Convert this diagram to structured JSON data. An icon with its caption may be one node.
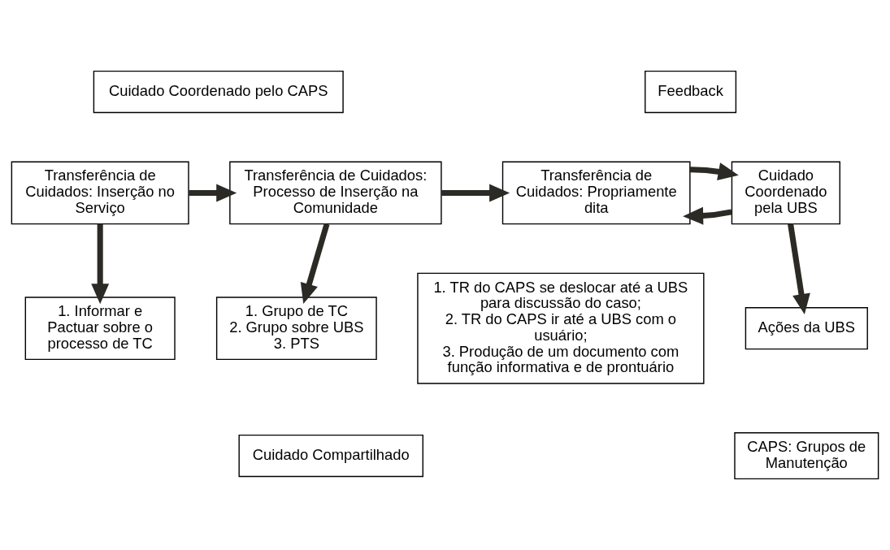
{
  "diagram": {
    "nodes": [
      {
        "text": [
          "Cuidado Coordenado pelo CAPS"
        ]
      },
      {
        "text": [
          "Feedback"
        ]
      },
      {
        "text": [
          "Transferência de Cuidados: Inserção no Serviço"
        ]
      },
      {
        "text": [
          "Transferência de Cuidados: Processo de Inserção na Comunidade"
        ]
      },
      {
        "text": [
          "Transferência de Cuidados: Propriamente dita"
        ]
      },
      {
        "text": [
          "Cuidado Coordenado pela UBS"
        ]
      },
      {
        "text": [
          "1. Informar e Pactuar sobre o processo de TC"
        ]
      },
      {
        "text": [
          "1. Grupo de TC",
          "2. Grupo sobre UBS",
          "3. PTS"
        ]
      },
      {
        "text": [
          "Ações da UBS"
        ]
      },
      {
        "text": [
          "1. TR do CAPS se deslocar até a UBS para discussão do caso;",
          "2. TR do CAPS ir até a UBS com o usuário;",
          "3. Produção de um documento com função informativa e de prontuário"
        ]
      },
      {
        "text": [
          "CAPS: Grupos de Manutenção"
        ]
      },
      {
        "text": [
          "Cuidado Compartilhado"
        ]
      }
    ],
    "edges": [
      {
        "from": 2,
        "to": 3,
        "arrow": "to"
      },
      {
        "from": 3,
        "to": 4,
        "arrow": "to"
      },
      {
        "from": 5,
        "to": 4,
        "arrow": "to"
      },
      {
        "from": 4,
        "to": 5,
        "arrow": "to"
      },
      {
        "from": 2,
        "to": 6,
        "arrow": "to"
      },
      {
        "from": 3,
        "to": 7,
        "arrow": "to"
      },
      {
        "from": 5,
        "to": 8,
        "arrow": "to"
      }
    ]
  }
}
